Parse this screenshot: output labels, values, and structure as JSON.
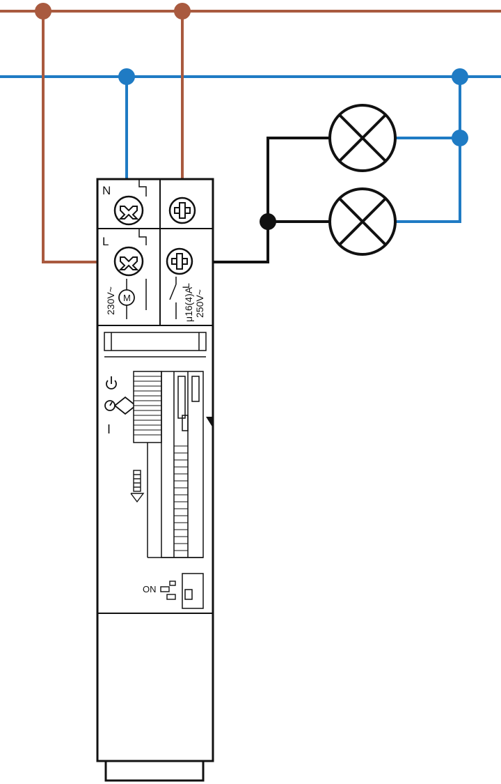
{
  "colors": {
    "live": "#a95a3f",
    "neutral": "#1f7bc4",
    "switched": "#111111",
    "outline": "#111111",
    "background": "#ffffff"
  },
  "terminals": {
    "n_label": "N",
    "l_label": "L",
    "motor_voltage": "230V~",
    "motor_symbol": "M",
    "contact_rating": "μ16(4)A",
    "contact_voltage": "250V~",
    "output_label": "L"
  },
  "controls": {
    "symbols": [
      "power-off-icon",
      "clock-auto-icon",
      "on-icon"
    ],
    "on_symbol_text": "I",
    "switch_label": "ON"
  },
  "loads": [
    {
      "type": "lamp",
      "icon": "lamp-icon"
    },
    {
      "type": "lamp",
      "icon": "lamp-icon"
    }
  ]
}
